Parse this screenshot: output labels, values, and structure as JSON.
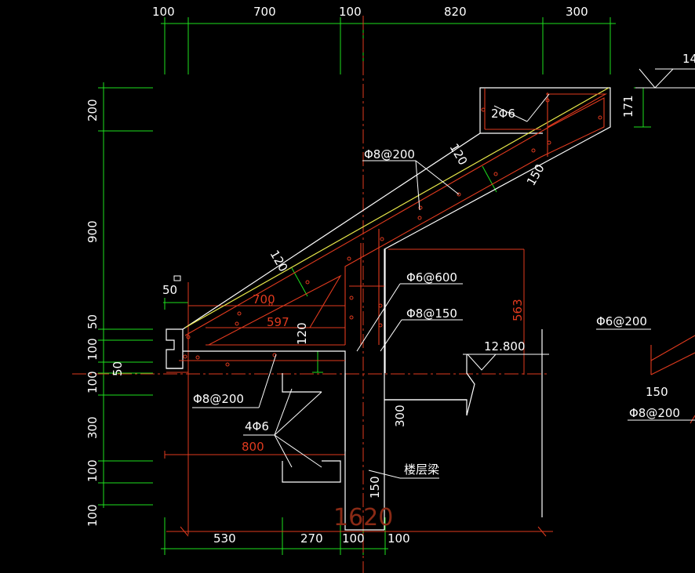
{
  "drawing": {
    "background": "#000000",
    "colors": {
      "dimension": "#1ee01e",
      "concrete": "#ffffff",
      "rebar": "#e03a1e",
      "text": "#ffffff",
      "slope_edge": "#e8e84a",
      "centerline": "#e03a1e"
    }
  },
  "top_dims": [
    "100",
    "700",
    "100",
    "820",
    "300"
  ],
  "bottom_dims": [
    "530",
    "270",
    "100",
    "100"
  ],
  "left_dims": [
    "200",
    "900",
    "50",
    "100",
    "50",
    "100",
    "300",
    "100",
    "100"
  ],
  "inner_dims": {
    "d700": "700",
    "d597": "597",
    "d50": "50",
    "d120_vert": "120",
    "d120_a": "120",
    "d120_b": "120",
    "d150": "150",
    "d171": "171",
    "d563": "563",
    "d800": "800",
    "d300": "300",
    "d150_beam": "150",
    "total": "1620",
    "d14": "14"
  },
  "annotations": {
    "rebar_2phi6": "2Φ6",
    "rebar_phi8_200_top": "Φ8@200",
    "rebar_phi6_600": "Φ6@600",
    "rebar_phi8_150": "Φ8@150",
    "rebar_phi8_200_bottom": "Φ8@200",
    "rebar_4phi6": "4Φ6",
    "floor_beam": "楼层梁",
    "elevation": "12.800",
    "right_phi6_200": "Φ6@200",
    "right_150": "150",
    "right_phi8_200": "Φ8@200"
  }
}
